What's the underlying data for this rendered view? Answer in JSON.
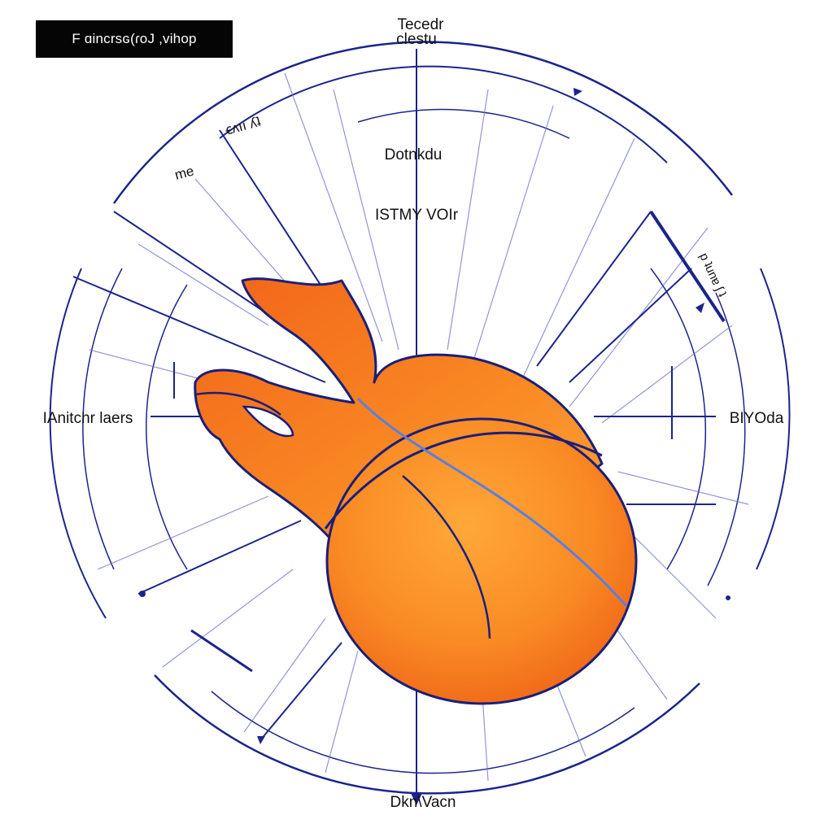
{
  "title": "F ɑincrsɢ(ɾoJ ,vihop",
  "labels": {
    "top": [
      "Tecedr",
      "clestu"
    ],
    "upper1": "Dotnkdu",
    "upper2": "ISTMY VOIr",
    "left": "IAnitchr laers",
    "right": "BIYOda",
    "bottom": "Dkn\\Vacn",
    "upper_left_a": "me",
    "upper_left_b": "ꞓʌıı ʎʇ",
    "upper_right": "p ʇunɐ ʃ ʇ"
  },
  "colors": {
    "accent": "#1c248a",
    "light_line": "#6b73c7",
    "hand_light": "#ff9a2e",
    "hand_dark": "#ec5a14",
    "outline": "#1a1f78",
    "highlight_line": "#5a7fe0"
  }
}
